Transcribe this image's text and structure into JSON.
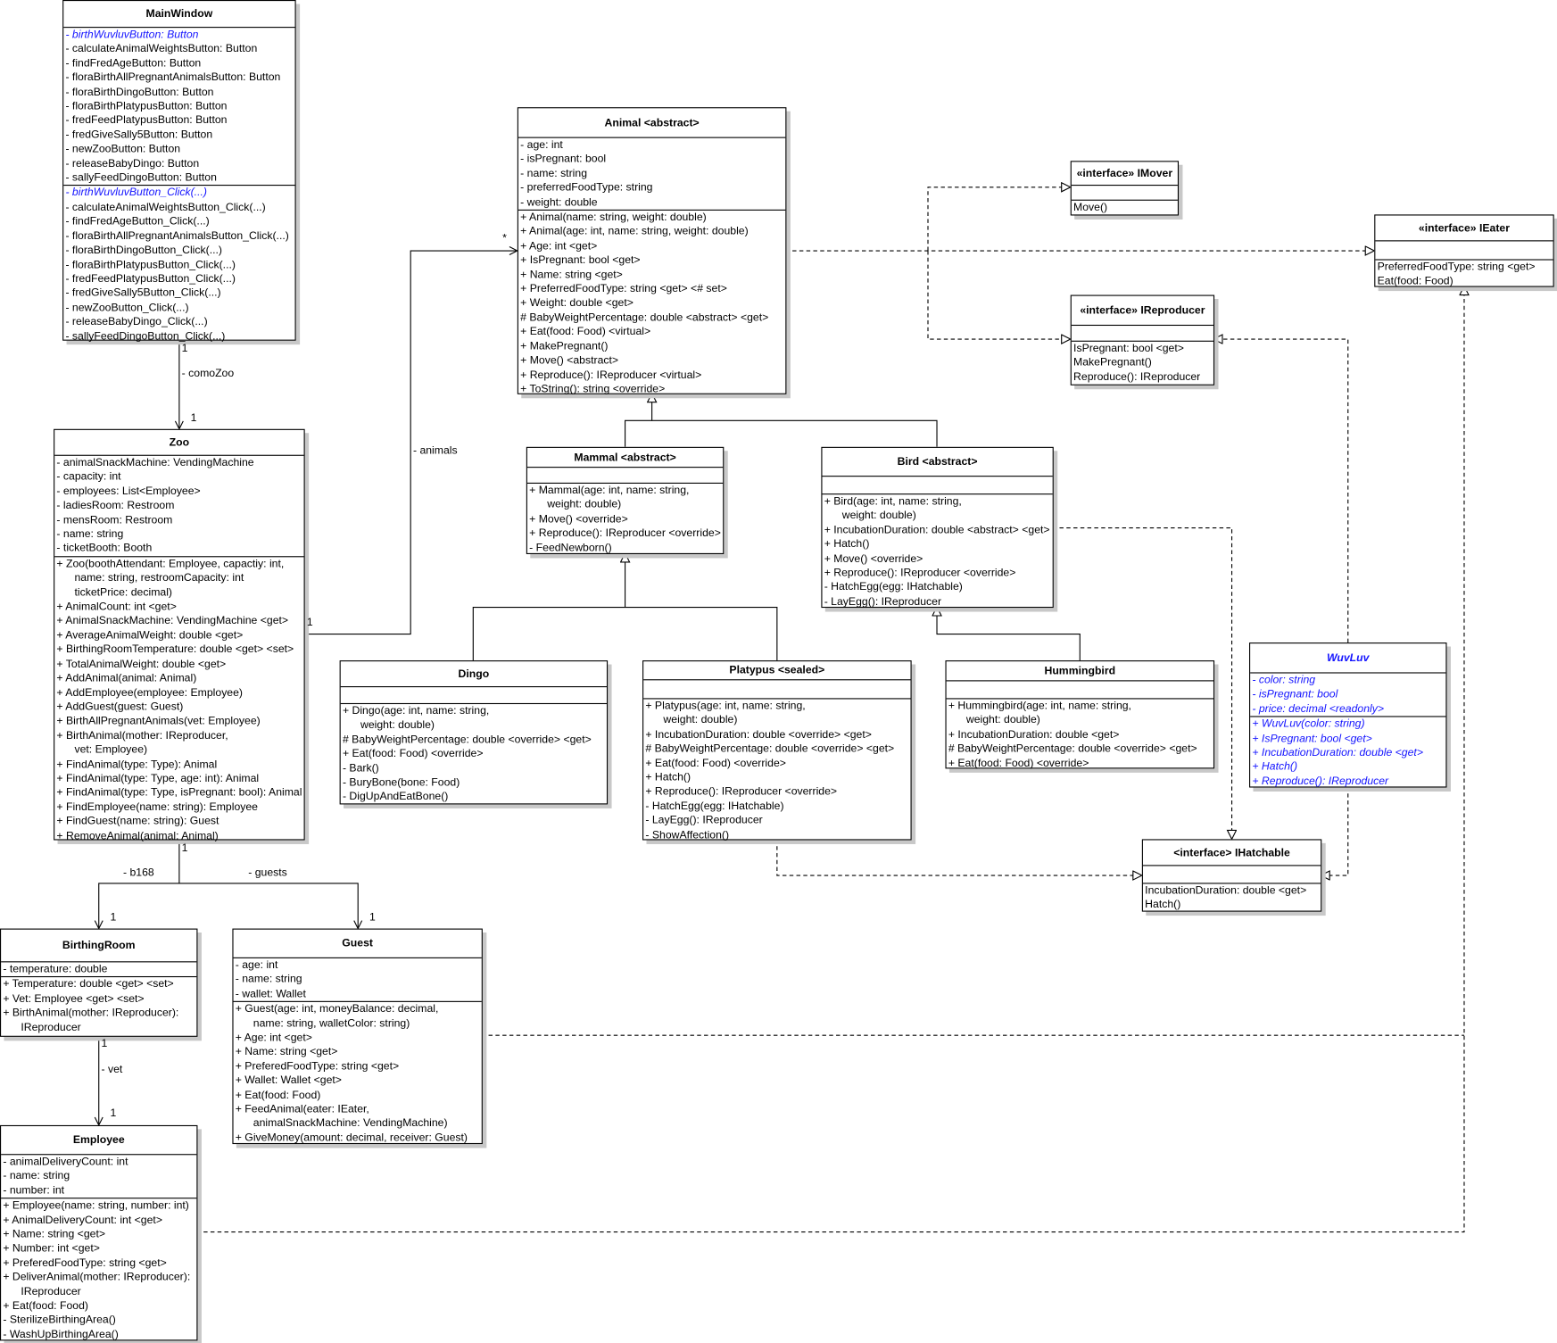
{
  "highlight_color": "#1515ff",
  "classes": {
    "mainwindow": {
      "title": "MainWindow",
      "sections": [
        {
          "rows": [
            "- birthWuvluvButton: Button",
            "- calculateAnimalWeightsButton: Button",
            "- findFredAgeButton: Button",
            "- floraBirthAllPregnantAnimalsButton: Button",
            "- floraBirthDingoButton: Button",
            "- floraBirthPlatypusButton: Button",
            "- fredFeedPlatypusButton: Button",
            "- fredGiveSally5Button: Button",
            "- newZooButton: Button",
            "- releaseBabyDingo: Button",
            "- sallyFeedDingoButton: Button"
          ],
          "highlight": [
            0
          ]
        },
        {
          "rows": [
            "- birthWuvluvButton_Click(...)",
            "- calculateAnimalWeightsButton_Click(...)",
            "- findFredAgeButton_Click(...)",
            "- floraBirthAllPregnantAnimalsButton_Click(...)",
            "- floraBirthDingoButton_Click(...)",
            "- floraBirthPlatypusButton_Click(...)",
            "- fredFeedPlatypusButton_Click(...)",
            "- fredGiveSally5Button_Click(...)",
            "- newZooButton_Click(...)",
            "- releaseBabyDingo_Click(...)",
            "- sallyFeedDingoButton_Click(...)"
          ],
          "highlight": [
            0
          ]
        }
      ]
    },
    "animal": {
      "title": "Animal <abstract>",
      "sections": [
        {
          "rows": [
            "- age: int",
            "- isPregnant: bool",
            "- name: string",
            "- preferredFoodType: string",
            "- weight: double"
          ]
        },
        {
          "rows": [
            "+ Animal(name: string, weight: double)",
            "+ Animal(age: int, name: string, weight: double)",
            "+ Age: int <get>",
            "+ IsPregnant: bool <get>",
            "+ Name: string <get>",
            "+ PreferredFoodType: string <get> <# set>",
            "+ Weight: double <get>",
            "# BabyWeightPercentage: double <abstract> <get>",
            "+ Eat(food: Food) <virtual>",
            "+ MakePregnant()",
            "+ Move() <abstract>",
            "+ Reproduce(): IReproducer <virtual>",
            "+ ToString(): string <override>"
          ]
        }
      ]
    },
    "imover": {
      "title": "«interface» IMover",
      "sections": [
        {
          "rows": []
        },
        {
          "rows": [
            "Move()"
          ]
        }
      ]
    },
    "ieater": {
      "title": "«interface» IEater",
      "sections": [
        {
          "rows": []
        },
        {
          "rows": [
            "PreferredFoodType: string <get>",
            "Eat(food: Food)"
          ]
        }
      ]
    },
    "ireproducer": {
      "title": "«interface» IReproducer",
      "sections": [
        {
          "rows": []
        },
        {
          "rows": [
            "IsPregnant: bool <get>",
            "MakePregnant()",
            "Reproduce(): IReproducer"
          ]
        }
      ]
    },
    "mammal": {
      "title": "Mammal <abstract>",
      "sections": [
        {
          "rows": []
        },
        {
          "rows": [
            [
              "+ Mammal(age: int, name: string,",
              "weight: double)"
            ],
            "+ Move() <override>",
            "+ Reproduce(): IReproducer <override>",
            "- FeedNewborn()"
          ]
        }
      ]
    },
    "bird": {
      "title": "Bird <abstract>",
      "sections": [
        {
          "rows": []
        },
        {
          "rows": [
            [
              "+ Bird(age: int, name: string,",
              "weight: double)"
            ],
            "+ IncubationDuration: double <abstract> <get>",
            "+ Hatch()",
            "+ Move() <override>",
            "+ Reproduce(): IReproducer <override>",
            "- HatchEgg(egg: IHatchable)",
            "- LayEgg(): IReproducer"
          ]
        }
      ]
    },
    "zoo": {
      "title": "Zoo",
      "sections": [
        {
          "rows": [
            "- animalSnackMachine: VendingMachine",
            "- capacity: int",
            "- employees: List<Employee>",
            "- ladiesRoom: Restroom",
            "- mensRoom: Restroom",
            "- name: string",
            "- ticketBooth: Booth"
          ]
        },
        {
          "rows": [
            [
              "+ Zoo(boothAttendant: Employee, capactiy: int,",
              "name: string, restroomCapacity: int",
              "ticketPrice: decimal)"
            ],
            "+ AnimalCount: int <get>",
            "+ AnimalSnackMachine: VendingMachine <get>",
            "+ AverageAnimalWeight: double <get>",
            "+ BirthingRoomTemperature: double <get> <set>",
            "+ TotalAnimalWeight: double <get>",
            "+ AddAnimal(animal: Animal)",
            "+ AddEmployee(employee: Employee)",
            "+ AddGuest(guest: Guest)",
            "+ BirthAllPregnantAnimals(vet: Employee)",
            [
              "+ BirthAnimal(mother: IReproducer,",
              "vet: Employee)"
            ],
            "+ FindAnimal(type: Type): Animal",
            "+ FindAnimal(type: Type, age: int): Animal",
            "+ FindAnimal(type: Type, isPregnant: bool): Animal",
            "+ FindEmployee(name: string): Employee",
            "+ FindGuest(name: string): Guest",
            "+ RemoveAnimal(animal: Animal)"
          ]
        }
      ]
    },
    "dingo": {
      "title": "Dingo",
      "sections": [
        {
          "rows": []
        },
        {
          "rows": [
            [
              "+ Dingo(age: int, name: string,",
              "weight: double)"
            ],
            "# BabyWeightPercentage: double <override> <get>",
            "+ Eat(food: Food) <override>",
            "- Bark()",
            "- BuryBone(bone: Food)",
            "- DigUpAndEatBone()"
          ]
        }
      ]
    },
    "platypus": {
      "title": "Platypus <sealed>",
      "sections": [
        {
          "rows": []
        },
        {
          "rows": [
            [
              "+ Platypus(age: int, name: string,",
              "weight: double)"
            ],
            "+ IncubationDuration: double <override> <get>",
            "# BabyWeightPercentage: double <override> <get>",
            "+ Eat(food: Food) <override>",
            "+ Hatch()",
            "+ Reproduce(): IReproducer <override>",
            "- HatchEgg(egg: IHatchable)",
            "- LayEgg(): IReproducer",
            "- ShowAffection()"
          ]
        }
      ]
    },
    "hummingbird": {
      "title": "Hummingbird",
      "sections": [
        {
          "rows": []
        },
        {
          "rows": [
            [
              "+ Hummingbird(age: int, name: string,",
              "weight: double)"
            ],
            "+ IncubationDuration: double <get>",
            "# BabyWeightPercentage: double <override> <get>",
            "+ Eat(food: Food) <override>"
          ]
        }
      ]
    },
    "wuvluv": {
      "title": "WuvLuv",
      "title_highlight": true,
      "sections": [
        {
          "rows": [
            "- color: string",
            "- isPregnant: bool",
            "- price: decimal <readonly>"
          ],
          "highlight": [
            0,
            1,
            2
          ]
        },
        {
          "rows": [
            "+ WuvLuv(color: string)",
            "+ IsPregnant: bool <get>",
            "+ IncubationDuration: double <get>",
            "+ Hatch()",
            "+ Reproduce(): IReproducer"
          ],
          "highlight": [
            0,
            1,
            2,
            3,
            4
          ]
        }
      ]
    },
    "ihatchable": {
      "title": "<interface> IHatchable",
      "sections": [
        {
          "rows": []
        },
        {
          "rows": [
            "IncubationDuration: double <get>",
            "Hatch()"
          ]
        }
      ]
    },
    "birthingroom": {
      "title": "BirthingRoom",
      "sections": [
        {
          "rows": [
            "- temperature: double"
          ]
        },
        {
          "rows": [
            "+ Temperature: double <get> <set>",
            "+ Vet: Employee <get> <set>",
            [
              "+ BirthAnimal(mother: IReproducer):",
              "IReproducer"
            ]
          ]
        }
      ]
    },
    "guest": {
      "title": "Guest",
      "sections": [
        {
          "rows": [
            "- age: int",
            "- name: string",
            "- wallet: Wallet"
          ]
        },
        {
          "rows": [
            [
              "+ Guest(age: int, moneyBalance: decimal,",
              "name: string, walletColor: string)"
            ],
            "+ Age: int <get>",
            "+ Name: string <get>",
            "+ PreferedFoodType: string <get>",
            "+ Wallet: Wallet <get>",
            "+ Eat(food: Food)",
            [
              "+ FeedAnimal(eater: IEater,",
              "animalSnackMachine: VendingMachine)"
            ],
            "+ GiveMoney(amount: decimal, receiver: Guest)"
          ]
        }
      ]
    },
    "employee": {
      "title": "Employee",
      "sections": [
        {
          "rows": [
            "- animalDeliveryCount: int",
            "- name: string",
            "- number: int"
          ]
        },
        {
          "rows": [
            "+ Employee(name: string, number: int)",
            "+ AnimalDeliveryCount: int <get>",
            "+ Name: string <get>",
            "+ Number: int <get>",
            "+ PreferedFoodType: string <get>",
            [
              "+ DeliverAnimal(mother: IReproducer):",
              "IReproducer"
            ],
            "+ Eat(food: Food)",
            "- SterilizeBirthingArea()",
            "- WashUpBirthingArea()"
          ]
        }
      ]
    }
  },
  "edge_labels": {
    "main_mult": "1",
    "comoZoo": "- comoZoo",
    "zoo_mult_top": "1",
    "zoo_animals_mult": "1",
    "animals": "- animals",
    "animals_mult": "*",
    "zoo_bottom_mult": "1",
    "b168": "- b168",
    "guests": "- guests",
    "birthing_mult": "1",
    "guest_mult": "1",
    "birthing_bottom_mult": "1",
    "vet": "- vet",
    "employee_mult": "1"
  }
}
